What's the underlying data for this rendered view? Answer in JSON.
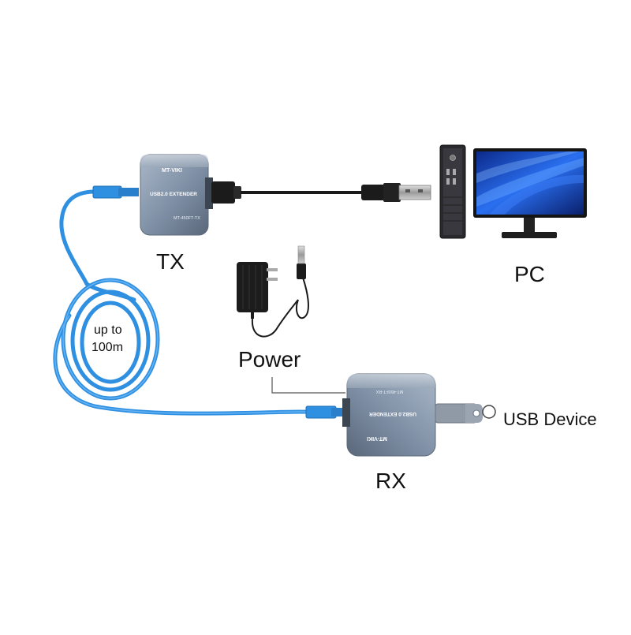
{
  "labels": {
    "tx": "TX",
    "rx": "RX",
    "pc": "PC",
    "power": "Power",
    "usb_device": "USB Device",
    "distance_line1": "up to",
    "distance_line2": "100m"
  },
  "devices": {
    "tx_box": {
      "brand": "MT-VIKI",
      "title": "USB2.0 EXTENDER",
      "model": "MT-450FT-TX"
    },
    "rx_box": {
      "brand": "MT-VIKI",
      "title": "USB2.0 EXTENDER",
      "model": "MT-450FT-RX"
    }
  },
  "colors": {
    "network_cable": "#2f8fe0",
    "box_body": "#8a9bb0",
    "box_dark": "#4a5566",
    "usb_cable": "#1a1a1a",
    "monitor_screen": "#1e4fd0"
  }
}
